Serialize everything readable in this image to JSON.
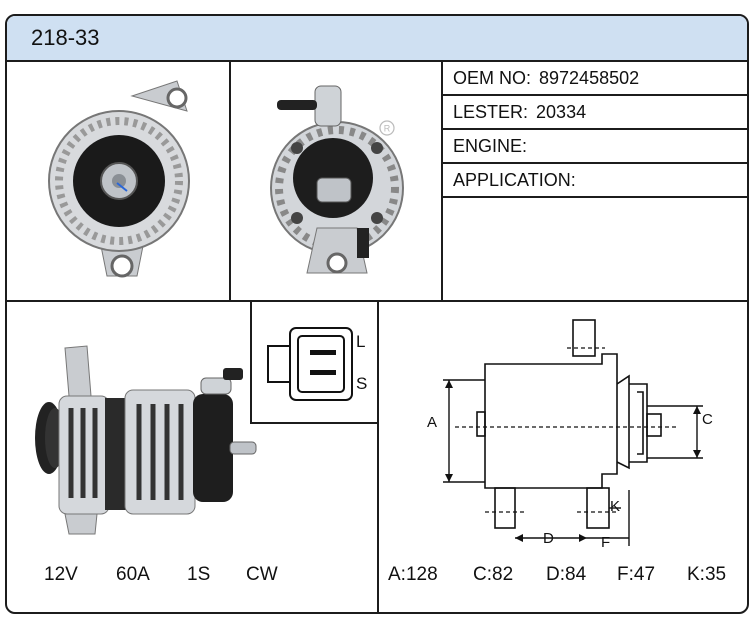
{
  "header": {
    "model": "218-33"
  },
  "specs": [
    {
      "label": "OEM NO:",
      "value": "8972458502"
    },
    {
      "label": "LESTER:",
      "value": "20334"
    },
    {
      "label": "ENGINE:",
      "value": ""
    },
    {
      "label": "APPLICATION:",
      "value": ""
    }
  ],
  "ratings": {
    "voltage": "12V",
    "current": "60A",
    "plug": "1S",
    "rotation": "CW"
  },
  "connector": {
    "pin1": "L",
    "pin2": "S"
  },
  "dimension_labels": {
    "a": "A",
    "c": "C",
    "d": "D",
    "f": "F",
    "k": "K"
  },
  "dimensions": [
    {
      "label": "A:128"
    },
    {
      "label": "C:82"
    },
    {
      "label": "D:84"
    },
    {
      "label": "F:47"
    },
    {
      "label": "K:35"
    }
  ],
  "icons": {
    "registered": "registered-mark-icon"
  }
}
